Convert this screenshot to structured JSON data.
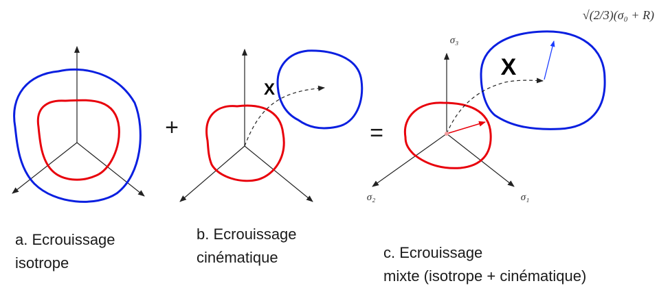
{
  "colors": {
    "isotropic_surface": "#e8000b",
    "kinematic_surface": "#0a1fe0",
    "axis": "#222222",
    "normal_arrow": "#e8000b",
    "radius_arrow": "#1a3cff"
  },
  "operators": {
    "plus": "+",
    "equals": "="
  },
  "labels": {
    "back_stress": "X",
    "axis_3": "σ₃",
    "axis_1": "σ₁",
    "axis_2": "σ₂",
    "radius_formula": "√(2/3)(σ₀ + R)"
  },
  "captions": {
    "a": {
      "line1": "a. Ecrouissage",
      "line2": "isotrope"
    },
    "b": {
      "line1": "b. Ecrouissage",
      "line2": "cinématique"
    },
    "c": {
      "line1": "c. Ecrouissage",
      "line2": "mixte (isotrope + cinématique)"
    }
  }
}
